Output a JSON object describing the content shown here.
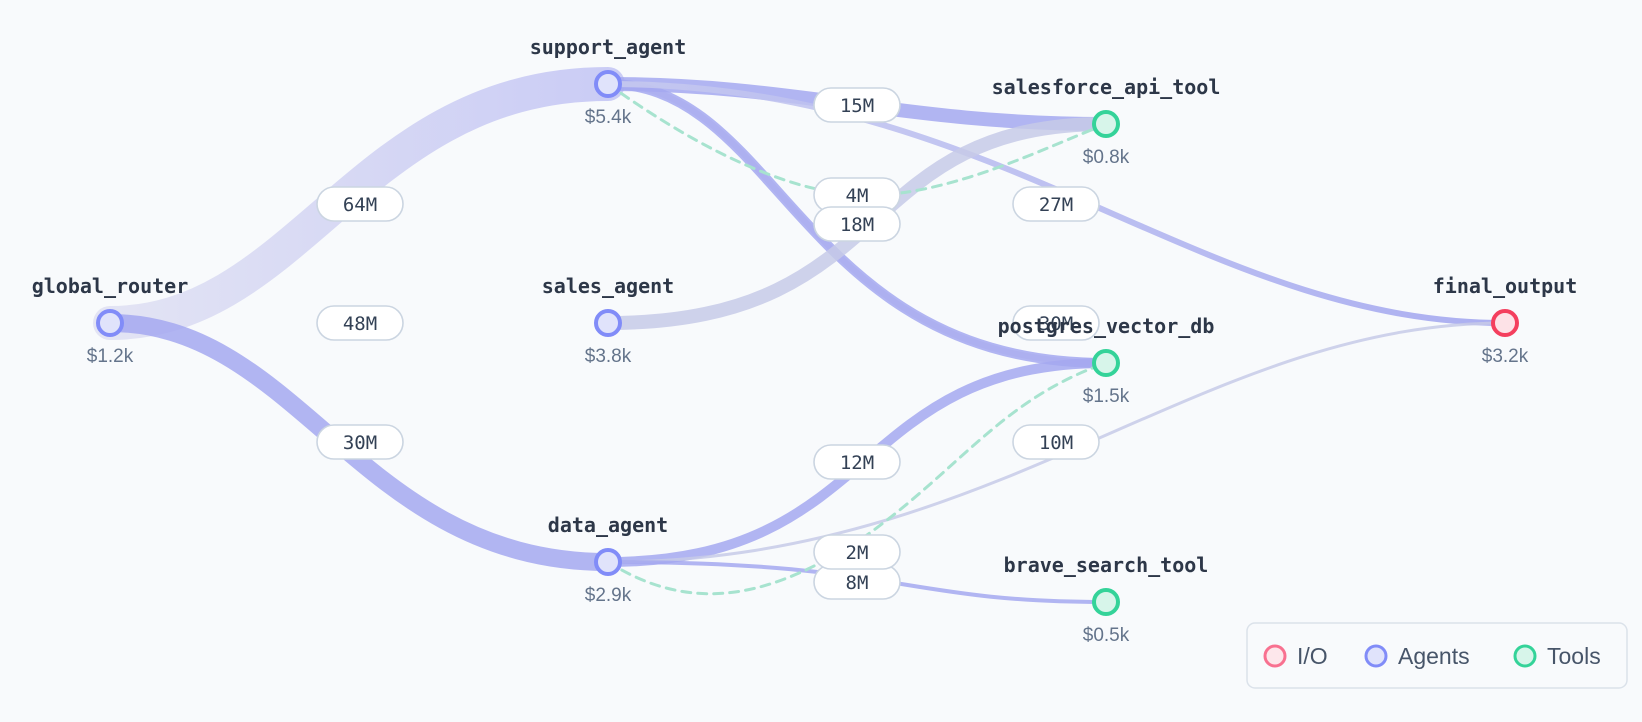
{
  "colors": {
    "io": "#f43f5e",
    "agent": "#818cf8",
    "tool": "#34d399",
    "flow_strong": "#a5a8f0",
    "flow_soft": "#c7cae8",
    "dashed": "#a7e3cf"
  },
  "nodes": [
    {
      "id": "global_router",
      "label": "global_router",
      "cost": "$1.2k",
      "kind": "agent"
    },
    {
      "id": "support_agent",
      "label": "support_agent",
      "cost": "$5.4k",
      "kind": "agent"
    },
    {
      "id": "sales_agent",
      "label": "sales_agent",
      "cost": "$3.8k",
      "kind": "agent"
    },
    {
      "id": "data_agent",
      "label": "data_agent",
      "cost": "$2.9k",
      "kind": "agent"
    },
    {
      "id": "salesforce_api_tool",
      "label": "salesforce_api_tool",
      "cost": "$0.8k",
      "kind": "tool"
    },
    {
      "id": "postgres_vector_db",
      "label": "postgres_vector_db",
      "cost": "$1.5k",
      "kind": "tool"
    },
    {
      "id": "brave_search_tool",
      "label": "brave_search_tool",
      "cost": "$0.5k",
      "kind": "tool"
    },
    {
      "id": "final_output",
      "label": "final_output",
      "cost": "$3.2k",
      "kind": "io"
    }
  ],
  "edges": [
    {
      "id": "e-router-support",
      "from": "global_router",
      "to": "support_agent",
      "label": "64M",
      "style": "flow"
    },
    {
      "id": "e-router-sales",
      "from": "global_router",
      "to": "sales_agent",
      "label": "48M",
      "style": "flow"
    },
    {
      "id": "e-router-data",
      "from": "global_router",
      "to": "data_agent",
      "label": "30M",
      "style": "flow"
    },
    {
      "id": "e-support-salesforce",
      "from": "support_agent",
      "to": "salesforce_api_tool",
      "label": "15M",
      "style": "flow"
    },
    {
      "id": "e-support-postgres",
      "from": "support_agent",
      "to": "postgres_vector_db",
      "label": "4M",
      "style": "flow"
    },
    {
      "id": "e-support-final",
      "from": "support_agent",
      "to": "final_output",
      "label": "27M",
      "style": "flow"
    },
    {
      "id": "e-sales-salesforce",
      "from": "sales_agent",
      "to": "salesforce_api_tool",
      "label": "18M",
      "style": "flow"
    },
    {
      "id": "e-sales-final",
      "from": "sales_agent",
      "to": "final_output",
      "label": "30M",
      "style": "flow"
    },
    {
      "id": "e-data-postgres",
      "from": "data_agent",
      "to": "postgres_vector_db",
      "label": "12M",
      "style": "flow"
    },
    {
      "id": "e-data-final",
      "from": "data_agent",
      "to": "final_output",
      "label": "10M",
      "style": "flow"
    },
    {
      "id": "e-data-brave",
      "from": "data_agent",
      "to": "brave_search_tool",
      "label": "8M",
      "style": "flow"
    },
    {
      "id": "e-data-postgres-dashed",
      "from": "data_agent",
      "to": "postgres_vector_db",
      "label": "2M",
      "style": "dashed"
    },
    {
      "id": "e-support-salesforce-dashed",
      "from": "support_agent",
      "to": "salesforce_api_tool",
      "label": "",
      "style": "dashed"
    }
  ],
  "legend": [
    {
      "kind": "io",
      "label": "I/O"
    },
    {
      "kind": "agent",
      "label": "Agents"
    },
    {
      "kind": "tool",
      "label": "Tools"
    }
  ]
}
